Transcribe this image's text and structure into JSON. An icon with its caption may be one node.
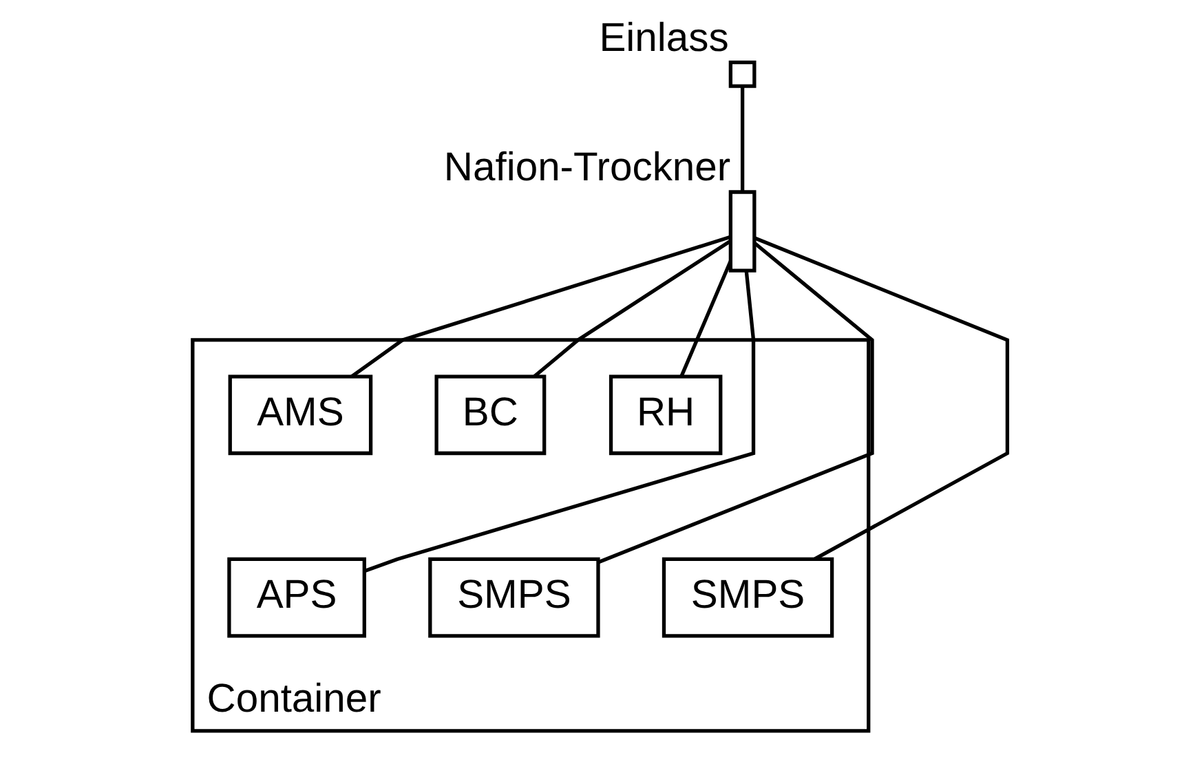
{
  "diagram": {
    "nodes": [
      {
        "text": [],
        "shape": "box",
        "beside": [
          "Einlass"
        ]
      },
      {
        "text": [],
        "shape": "box",
        "beside": [
          "Nafion-Trockner"
        ]
      },
      {
        "text": [
          "Container"
        ]
      },
      {
        "text": [
          "RH"
        ],
        "in": 2
      },
      {
        "text": [
          "BC"
        ],
        "in": 2
      },
      {
        "text": [
          "AMS"
        ],
        "in": 2
      },
      {
        "text": [
          "APS"
        ],
        "in": 2
      },
      {
        "text": [
          "SMPS"
        ],
        "in": 2
      },
      {
        "text": [
          "SMPS"
        ],
        "in": 2
      }
    ],
    "edges": [
      {
        "from": 0,
        "to": 1,
        "arrow": "none"
      },
      {
        "from": 1,
        "to": 6,
        "arrow": "none"
      },
      {
        "from": 1,
        "to": 3,
        "arrow": "none"
      },
      {
        "from": 1,
        "to": 4,
        "arrow": "none"
      },
      {
        "from": 1,
        "to": 5,
        "arrow": "none"
      },
      {
        "from": 1,
        "to": 7,
        "arrow": "none"
      },
      {
        "from": 1,
        "to": 8,
        "arrow": "none"
      }
    ]
  }
}
